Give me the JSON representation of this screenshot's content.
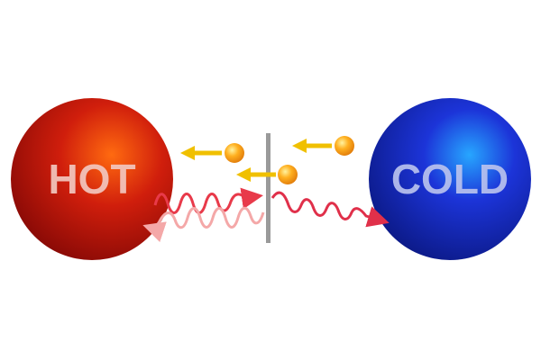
{
  "labels": {
    "hot": "HOT",
    "cold": "COLD"
  },
  "colors": {
    "hot_core": "#ff6a10",
    "hot_mid": "#d01e0c",
    "hot_edge": "#8a0a06",
    "cold_core": "#27a6ff",
    "cold_mid": "#1c34d8",
    "cold_edge": "#0c1a88",
    "wall": "#9a9a9a",
    "particle_core": "#fff3a0",
    "particle_edge": "#f08a10",
    "arrow": "#f0c000",
    "wave_forward": "#e83a4a",
    "wave_back": "#f4a8a8",
    "wave_transmit": "#e0304a"
  },
  "icons": {
    "hot_body": "hot-sphere",
    "cold_body": "cold-sphere",
    "barrier": "membrane-wall",
    "particle": "electron-particle",
    "motion": "arrow-left"
  }
}
